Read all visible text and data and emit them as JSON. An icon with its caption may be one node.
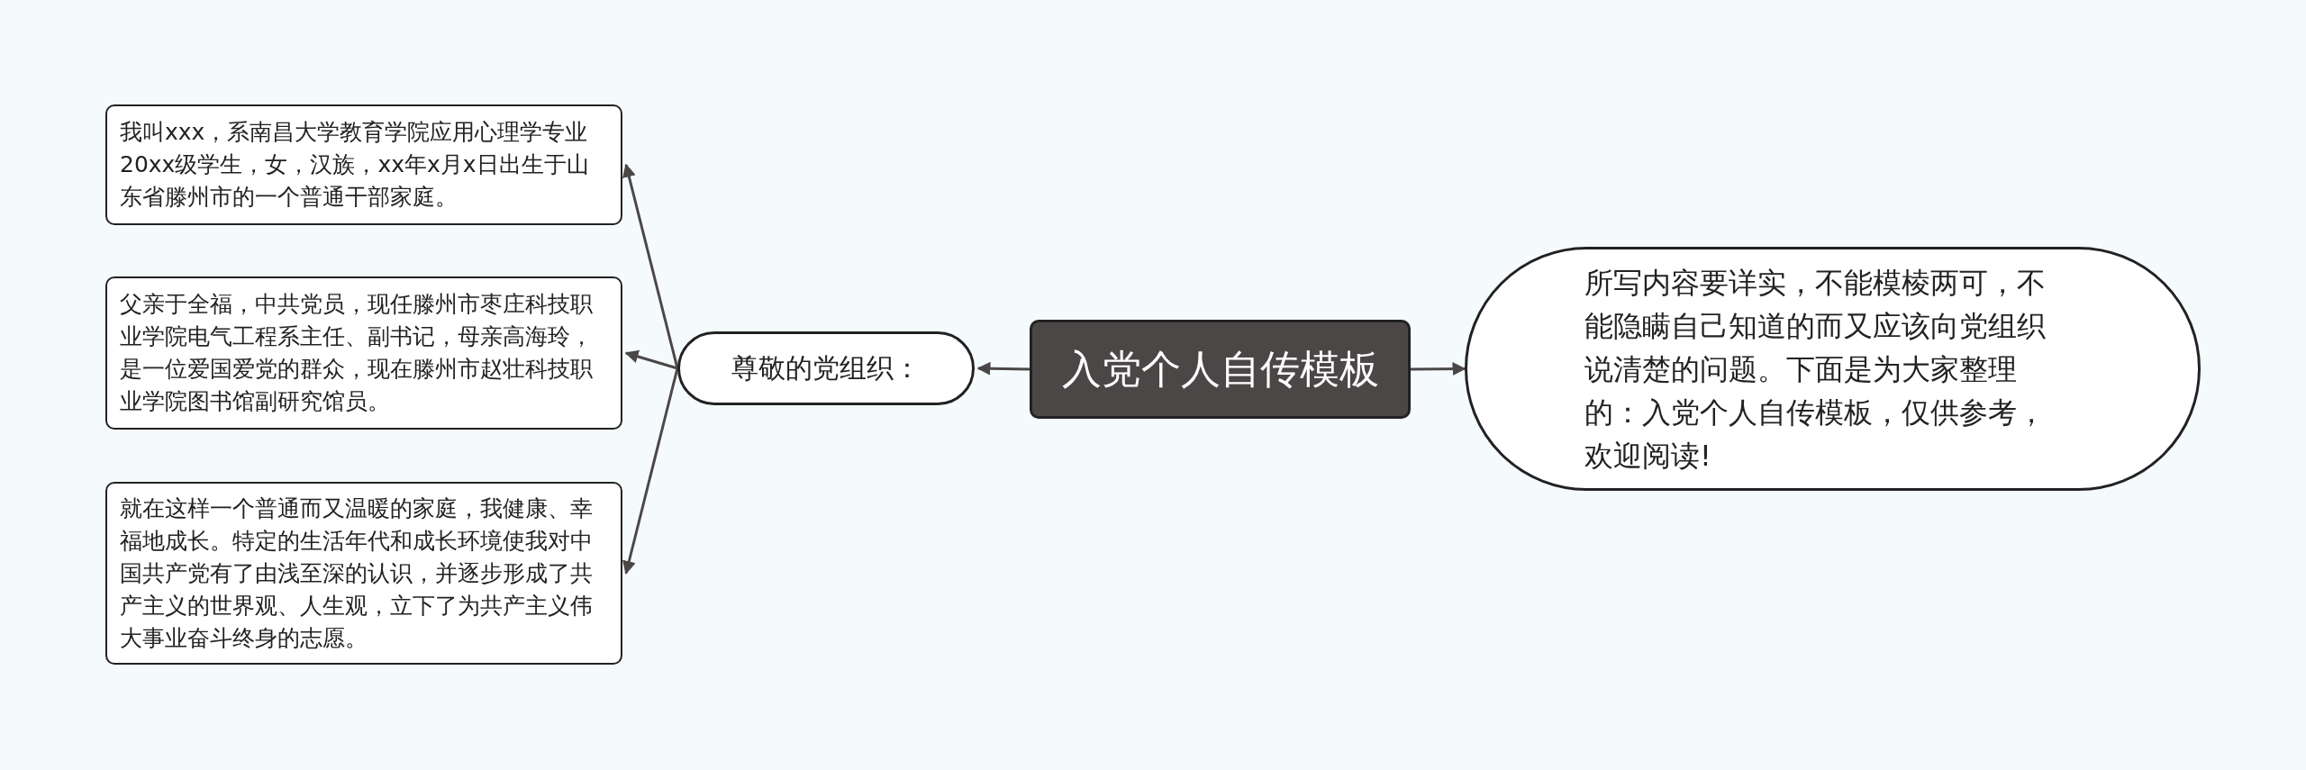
{
  "diagram": {
    "nodes": [
      {
        "text": [
          "入党个人自传模板"
        ]
      },
      {
        "text": [
          "尊敬的党组织："
        ]
      },
      {
        "text": [
          "我叫xxx，系南昌大学教育学院应用心理学专业20xx级学生，女，汉族，xx年x月x日出生于山东省滕州市的一个普通干部家庭。"
        ]
      },
      {
        "text": [
          "父亲于全福，中共党员，现任滕州市枣庄科技职业学院电气工程系主任、副书记，母亲高海玲，是一位爱国爱党的群众，现在滕州市赵壮科技职业学院图书馆副研究馆员。"
        ]
      },
      {
        "text": [
          "就在这样一个普通而又温暖的家庭，我健康、幸福地成长。特定的生活年代和成长环境使我对中国共产党有了由浅至深的认识，并逐步形成了共产主义的世界观、人生观，立下了为共产主义伟大事业奋斗终身的志愿。"
        ]
      },
      {
        "text": [
          "所写内容要详实，不能模棱两可，不能隐瞒自己知道的而又应该向党组织说清楚的问题。下面是为大家整理的：入党个人自传模板，仅供参考，欢迎阅读!"
        ]
      }
    ],
    "edges": [
      {
        "from": 0,
        "to": 1,
        "arrow": "to"
      },
      {
        "from": 0,
        "to": 5,
        "arrow": "to"
      },
      {
        "from": 1,
        "to": 2,
        "arrow": "to"
      },
      {
        "from": 1,
        "to": 3,
        "arrow": "to"
      },
      {
        "from": 1,
        "to": 4,
        "arrow": "to"
      }
    ]
  }
}
